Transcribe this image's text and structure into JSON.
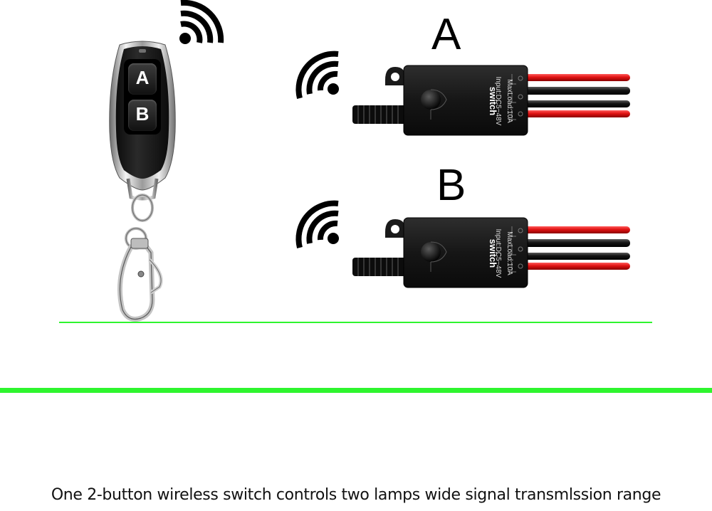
{
  "remote": {
    "button_a": "A",
    "button_b": "B"
  },
  "receivers": [
    {
      "label": "A",
      "brand": "switch",
      "input": "Input:DC5~48V",
      "maxload": "MaxLoad:10A"
    },
    {
      "label": "B",
      "brand": "switch",
      "input": "Input:DC5~48V",
      "maxload": "MaxLoad:10A"
    }
  ],
  "caption": "One 2-button wireless switch controls two lamps wide signal transmlssion range",
  "colors": {
    "divider_green": "#2ef52e",
    "wire_red": "#e01212",
    "wire_black": "#111111",
    "module_body": "#1a1a1a"
  },
  "icons": [
    "wifi-signal-icon",
    "antenna-icon",
    "keyring-icon",
    "carabiner-clip-icon"
  ]
}
